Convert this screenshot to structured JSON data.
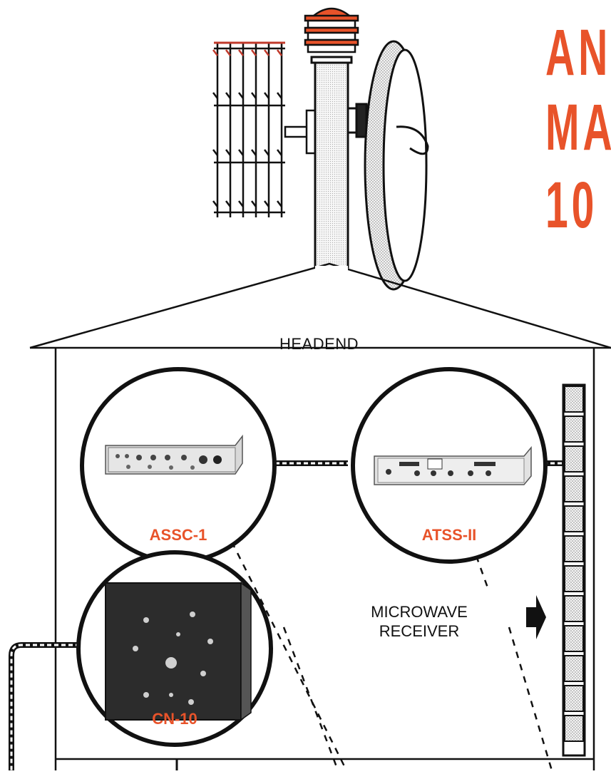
{
  "title_lines": [
    "AN",
    "MA",
    "10"
  ],
  "headend_label": "HEADEND",
  "units": {
    "assc": "ASSC-1",
    "atss": "ATSS-II",
    "cn": "CN-10"
  },
  "microwave_label": {
    "line1": "MICROWAVE",
    "line2": "RECEIVER"
  },
  "colors": {
    "accent": "#e8532a",
    "ink": "#111111",
    "panel_light": "#dcdcdc",
    "panel_dark": "#2a2a2a"
  }
}
